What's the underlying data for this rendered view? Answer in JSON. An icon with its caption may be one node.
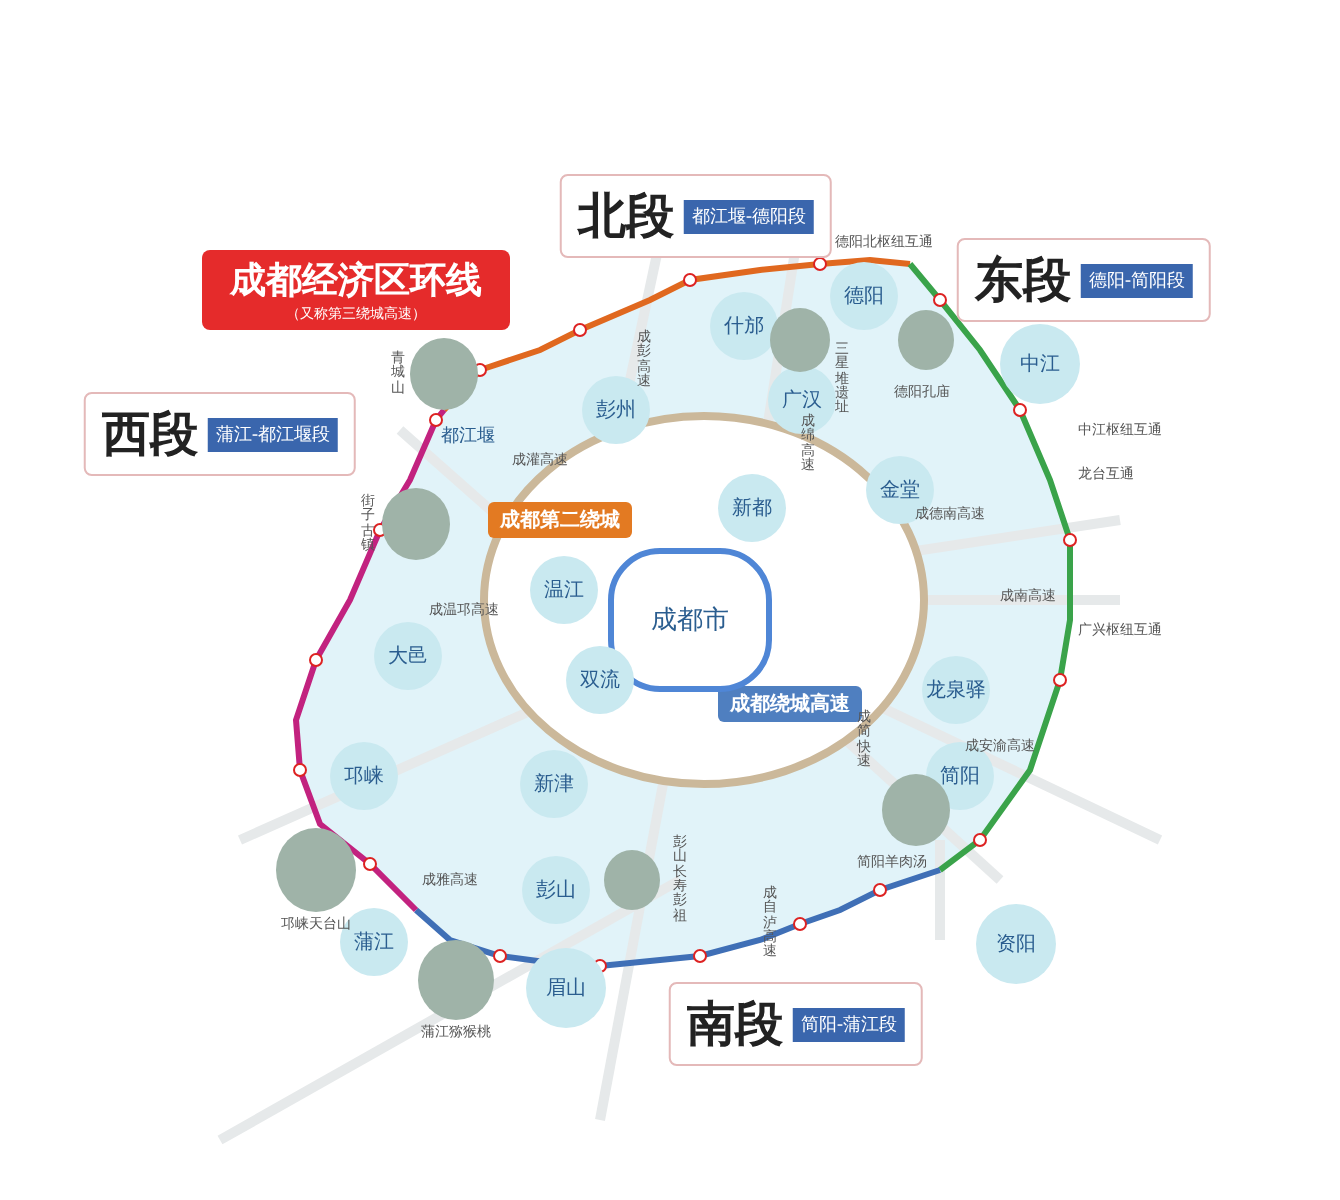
{
  "diagram": {
    "nodes": [
      {
        "text": [
          "成都经济区环线",
          "（又称第三绕城高速）"
        ]
      },
      {
        "text": [
          "北段",
          "都江堰-德阳段"
        ]
      },
      {
        "text": [
          "东段",
          "德阳-简阳段"
        ]
      },
      {
        "text": [
          "南段",
          "简阳-蒲江段"
        ]
      },
      {
        "text": [
          "西段",
          "蒲江-都江堰段"
        ]
      },
      {
        "text": [
          "成都第二绕城"
        ]
      },
      {
        "text": [
          "成都绕城高速"
        ]
      },
      {
        "text": [
          "成都市"
        ]
      },
      {
        "text": [
          "什邡"
        ]
      },
      {
        "text": [
          "德阳"
        ]
      },
      {
        "text": [
          "中江"
        ]
      },
      {
        "text": [
          "彭州"
        ]
      },
      {
        "text": [
          "广汉"
        ]
      },
      {
        "text": [
          "新都"
        ]
      },
      {
        "text": [
          "金堂"
        ]
      },
      {
        "text": [
          "温江"
        ]
      },
      {
        "text": [
          "双流"
        ]
      },
      {
        "text": [
          "大邑"
        ]
      },
      {
        "text": [
          "龙泉驿"
        ]
      },
      {
        "text": [
          "邛崃"
        ]
      },
      {
        "text": [
          "新津"
        ]
      },
      {
        "text": [
          "简阳"
        ]
      },
      {
        "text": [
          "彭山"
        ]
      },
      {
        "text": [
          "蒲江"
        ]
      },
      {
        "text": [
          "眉山"
        ]
      },
      {
        "text": [
          "资阳"
        ]
      }
    ],
    "edges": [],
    "labels": [
      "德阳北枢纽互通",
      "青城山",
      "三星堆遗址",
      "德阳孔庙",
      "都江堰",
      "成灌高速",
      "成彭高速",
      "中江枢纽互通",
      "街子古镇",
      "成绵高速",
      "龙台互通",
      "成德南高速",
      "成南高速",
      "广兴枢纽互通",
      "成温邛高速",
      "成安渝高速",
      "成简快速",
      "邛崃天台山",
      "简阳羊肉汤",
      "成雅高速",
      "彭山长寿彭祖",
      "成自泸高速",
      "蒲江猕猴桃"
    ]
  }
}
